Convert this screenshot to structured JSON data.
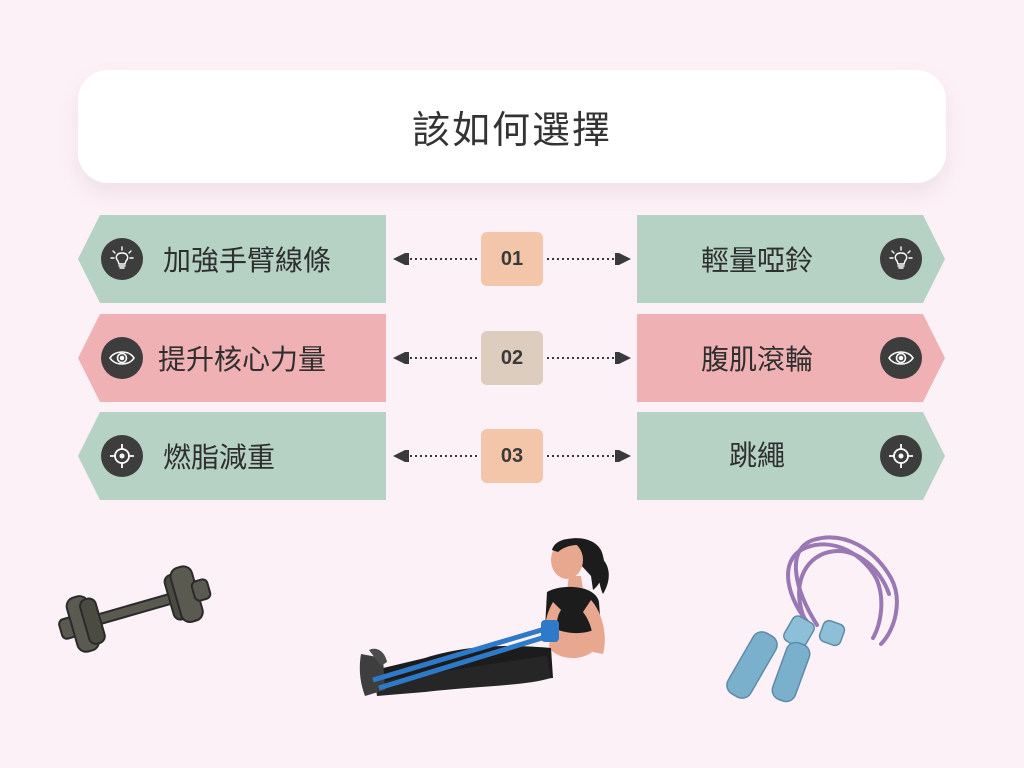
{
  "title": "該如何選擇",
  "rows": [
    {
      "number": "01",
      "left": {
        "label": "加強手臂線條",
        "icon": "lightbulb-icon",
        "color": "#b5d2c5"
      },
      "right": {
        "label": "輕量啞鈴",
        "icon": "lightbulb-icon",
        "color": "#b5d2c5"
      },
      "number_color": "#f3c6a9"
    },
    {
      "number": "02",
      "left": {
        "label": "提升核心力量",
        "icon": "eye-icon",
        "color": "#efb1b3"
      },
      "right": {
        "label": "腹肌滾輪",
        "icon": "eye-icon",
        "color": "#efb1b3"
      },
      "number_color": "#dccdbf"
    },
    {
      "number": "03",
      "left": {
        "label": "燃脂減重",
        "icon": "target-icon",
        "color": "#b5d2c5"
      },
      "right": {
        "label": "跳繩",
        "icon": "target-icon",
        "color": "#b5d2c5"
      },
      "number_color": "#f3c6a9"
    }
  ],
  "illustrations": [
    "dumbbell-illustration",
    "woman-resistance-band-illustration",
    "jump-rope-illustration"
  ],
  "colors": {
    "background": "#fcf1f6",
    "green": "#b5d2c5",
    "pink": "#efb1b3",
    "icon_disc": "#3d3d3d"
  }
}
